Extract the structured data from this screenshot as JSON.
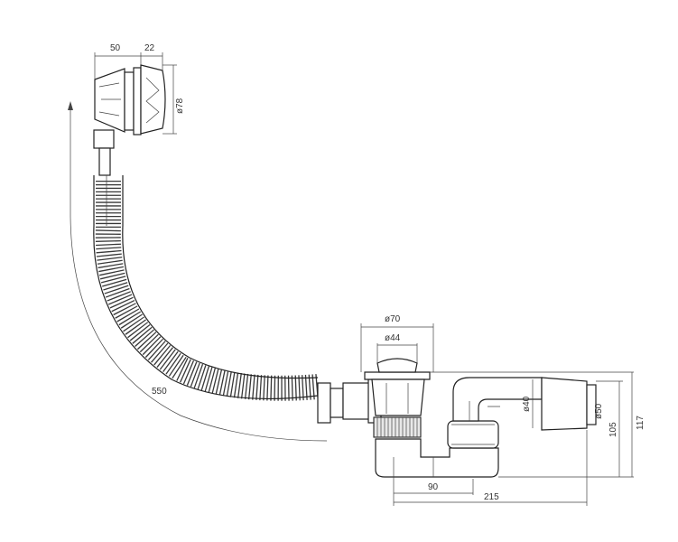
{
  "drawing": {
    "dimensions": {
      "d50": "50",
      "d22": "22",
      "phi78": "ø78",
      "len550": "550",
      "phi70": "ø70",
      "phi44": "ø44",
      "phi40": "ø40",
      "phi50": "ø50",
      "d105": "105",
      "d117": "117",
      "d90": "90",
      "d215": "215"
    },
    "colors": {
      "line": "#222222",
      "dimension": "#444444",
      "background": "#ffffff"
    }
  }
}
